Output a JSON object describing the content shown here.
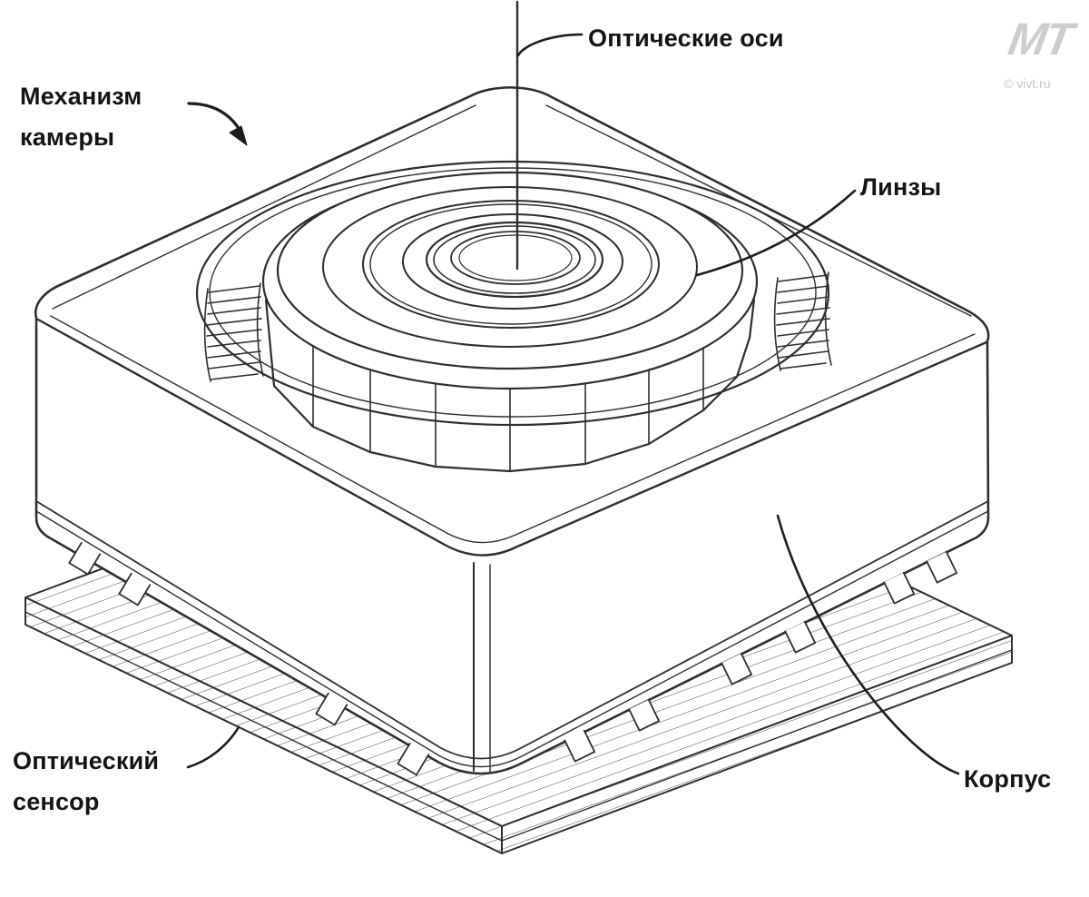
{
  "labels": {
    "optical_axes": "Оптические оси",
    "camera_mechanism": "Механизм камеры",
    "lenses": "Линзы",
    "housing": "Корпус",
    "optical_sensor": "Оптический сенсор"
  },
  "watermark": {
    "logo": "MT",
    "credit": "© vivt.ru"
  },
  "colors": {
    "background": "#ffffff",
    "line": "#2e2e2e",
    "label_text": "#141414",
    "watermark": "#cdcdcd"
  }
}
